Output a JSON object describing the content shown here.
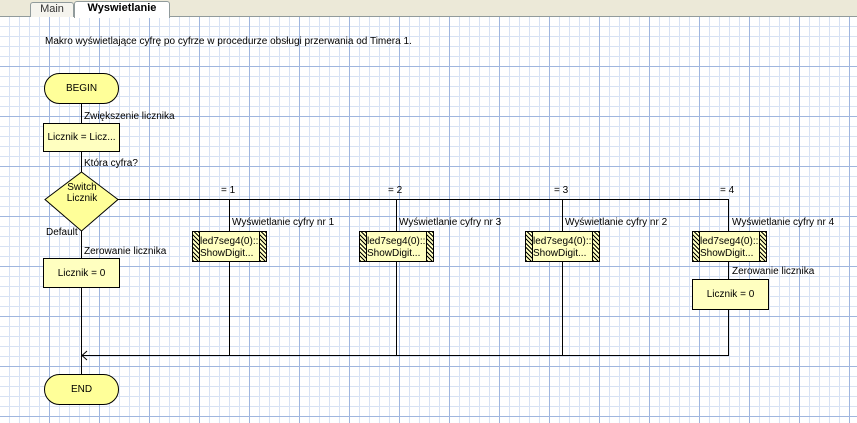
{
  "tabs": [
    {
      "label": "Main",
      "active": false
    },
    {
      "label": "Wyswietlanie",
      "active": true
    }
  ],
  "description": "Makro wyświetlające cyfrę po cyfrze w procedurze obsługi przerwania od Timera 1.",
  "begin_label": "BEGIN",
  "end_label": "END",
  "inc_comment": "Zwiększenie licznika",
  "inc_box": "Licznik = Licz...",
  "switch_comment": "Która cyfra?",
  "switch_label_1": "Switch",
  "switch_label_2": "Licznik",
  "default_label": "Default",
  "default_comment": "Zerowanie licznika",
  "default_box": "Licznik = 0",
  "cases": [
    {
      "value": "= 1",
      "comment": "Wyświetlanie cyfry nr 1",
      "line1": "led7seg4(0)::",
      "line2": "ShowDigit..."
    },
    {
      "value": "= 2",
      "comment": "Wyświetlanie cyfry nr 3",
      "line1": "led7seg4(0)::",
      "line2": "ShowDigit..."
    },
    {
      "value": "= 3",
      "comment": "Wyświetlanie cyfry nr 2",
      "line1": "led7seg4(0)::",
      "line2": "ShowDigit..."
    },
    {
      "value": "= 4",
      "comment": "Wyświetlanie cyfry nr 4",
      "line1": "led7seg4(0)::",
      "line2": "ShowDigit..."
    }
  ],
  "case4_extra_comment": "Zerowanie licznika",
  "case4_extra_box": "Licznik = 0",
  "colors": {
    "block_fill": "#ffffc0",
    "terminator_fill": "#ffff99",
    "grid_major": "#9fb6df",
    "grid_minor": "#d7e2f4"
  }
}
